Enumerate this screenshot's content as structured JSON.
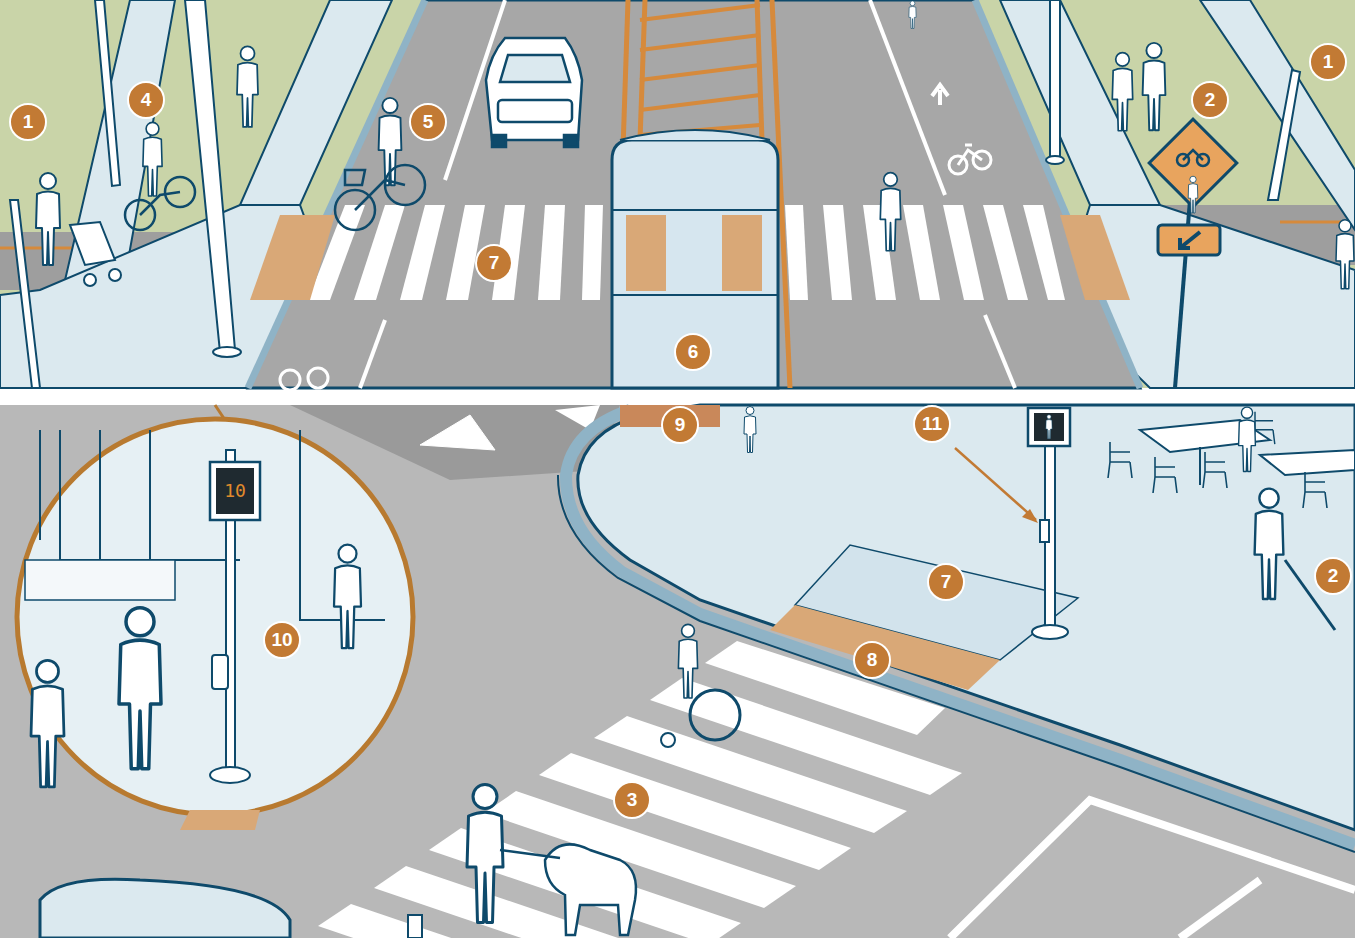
{
  "diagram": {
    "labels": [
      "1",
      "4",
      "5",
      "7",
      "6",
      "2",
      "1",
      "9",
      "11",
      "10",
      "10",
      "7",
      "2",
      "8",
      "3"
    ]
  }
}
